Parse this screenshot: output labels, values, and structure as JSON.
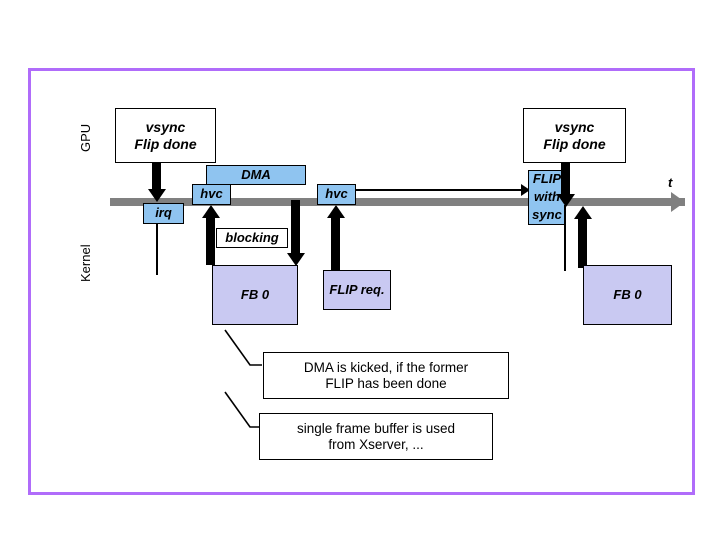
{
  "diagram": {
    "frame_color": "#b06cfa",
    "timeline_color": "#808080",
    "blue_color": "#8fc4f0",
    "lavender_color": "#c9c9f2",
    "axis_label": "t",
    "lanes": [
      {
        "name": "gpu-lane-label",
        "label": "GPU"
      },
      {
        "name": "kernel-lane-label",
        "label": "Kernel"
      }
    ],
    "vsync_left": {
      "line1": "vsync",
      "line2": "Flip done"
    },
    "vsync_right": {
      "line1": "vsync",
      "line2": "Flip done"
    },
    "irq": "irq",
    "dma": "DMA",
    "hvc_first": "hvc",
    "hvc_second": "hvc",
    "blocking": "blocking",
    "fb_left": "FB 0",
    "fb_right": "FB 0",
    "flip_req": "FLIP req.",
    "flip_with_sync": {
      "line1": "FLIP",
      "line2": "with",
      "line3": "sync"
    },
    "callouts": [
      {
        "name": "callout-dma",
        "line1": "DMA is kicked, if the former",
        "line2": "FLIP has been done"
      },
      {
        "name": "callout-fb",
        "line1": "single frame buffer is used",
        "line2": "from Xserver, ..."
      }
    ]
  }
}
